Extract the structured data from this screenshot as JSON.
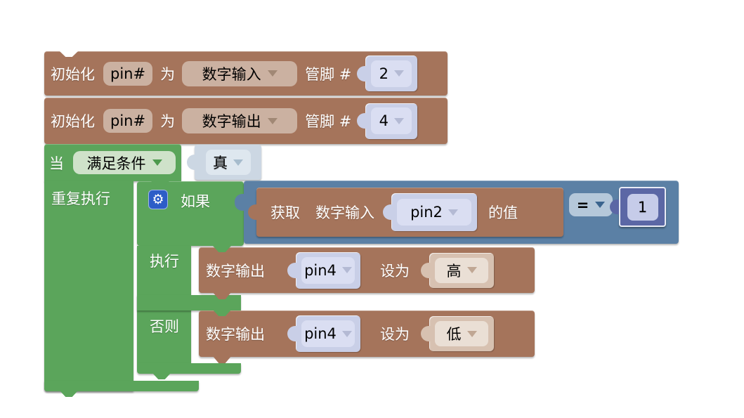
{
  "blocks": {
    "init_input": {
      "init": "初始化",
      "var": "pin#",
      "as": "为",
      "mode": "数字输入",
      "pin_label": "管脚 #",
      "pin": "2"
    },
    "init_output": {
      "init": "初始化",
      "var": "pin#",
      "as": "为",
      "mode": "数字输出",
      "pin_label": "管脚 #",
      "pin": "4"
    },
    "when": {
      "when": "当",
      "condition": "满足条件",
      "value": "真",
      "repeat": "重复执行"
    },
    "if_block": {
      "if": "如果",
      "do": "执行",
      "else": "否则"
    },
    "get_input": {
      "get": "获取",
      "mode": "数字输入",
      "pin": "pin2",
      "suffix": "的值"
    },
    "compare": {
      "op": "="
    },
    "number_one": {
      "value": "1"
    },
    "set_high": {
      "mode": "数字输出",
      "pin": "pin4",
      "set": "设为",
      "level": "高"
    },
    "set_low": {
      "mode": "数字输出",
      "pin": "pin4",
      "set": "设为",
      "level": "低"
    }
  },
  "colors": {
    "block_brown": "#a5745b",
    "block_green": "#5ba55b",
    "block_blue": "#5b80a5",
    "block_navy": "#5b67a5",
    "boolean_shadow": "#ccd7e3",
    "value_shadow": "#c9cfe7",
    "level_shadow": "#d7c1b1",
    "field_brown": "#cbb1a1",
    "field_green": "#cfe2ca",
    "field_eq": "#b5c8da",
    "gear_blue": "#2d5dc7",
    "canvas": "#ffffff"
  }
}
